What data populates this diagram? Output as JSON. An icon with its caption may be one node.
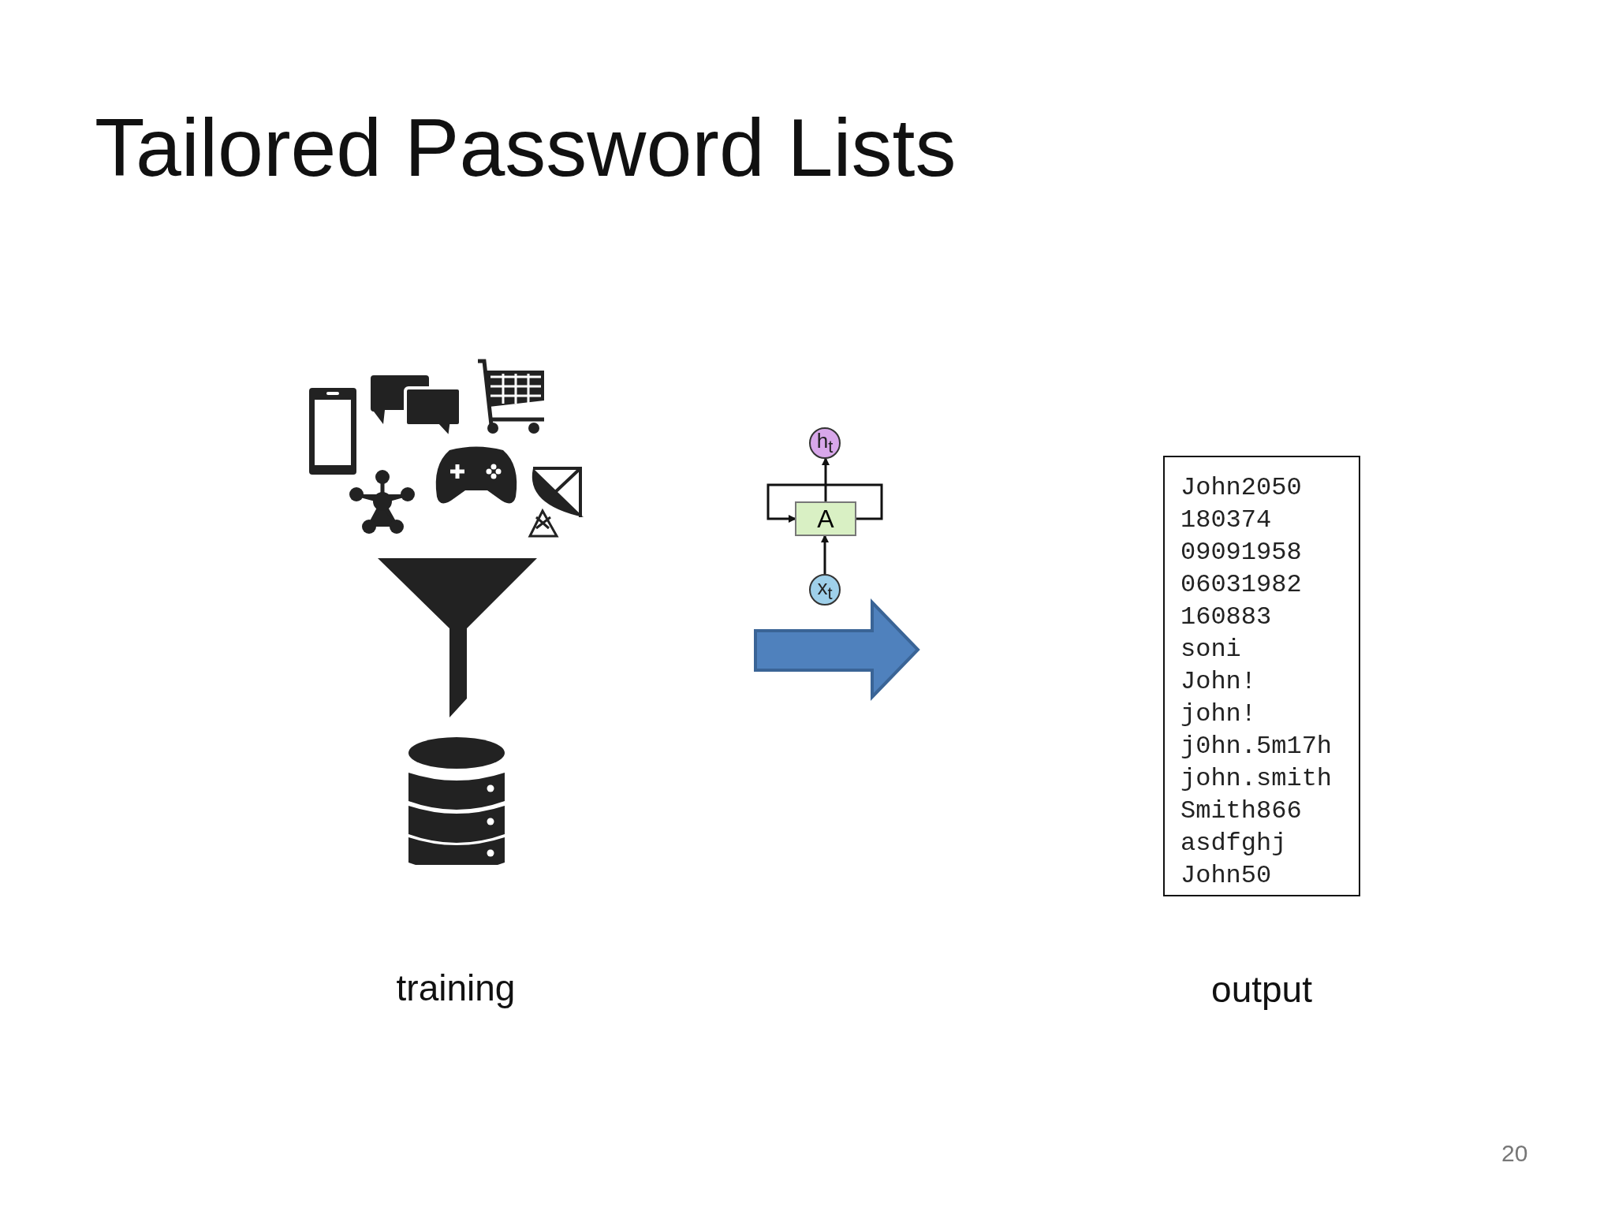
{
  "diagram": {
    "title": "Tailored Password Lists",
    "nodes": [
      {
        "text": [
          "h$_{t}$"
        ]
      },
      {
        "text": [
          "A"
        ]
      },
      {
        "text": [
          "x$_{t}$"
        ]
      },
      {
        "text": [
          "John2050",
          "180374",
          "09091958",
          "06031982",
          "160883",
          "soni",
          "John!",
          "john!",
          "j0hn.5m17h",
          "john.smith",
          "Smith866",
          "asdfghj",
          "John50"
        ],
        "beside": [
          "output"
        ]
      },
      {
        "text": [],
        "shape": "picture",
        "beside": [
          "training"
        ]
      }
    ],
    "edges": [
      {
        "from": 2,
        "to": 1,
        "arrow": "to"
      },
      {
        "from": 1,
        "to": 0,
        "arrow": "to"
      },
      {
        "from": 1,
        "to": 1,
        "arrow": "to"
      }
    ],
    "labels": [
      "20"
    ]
  }
}
